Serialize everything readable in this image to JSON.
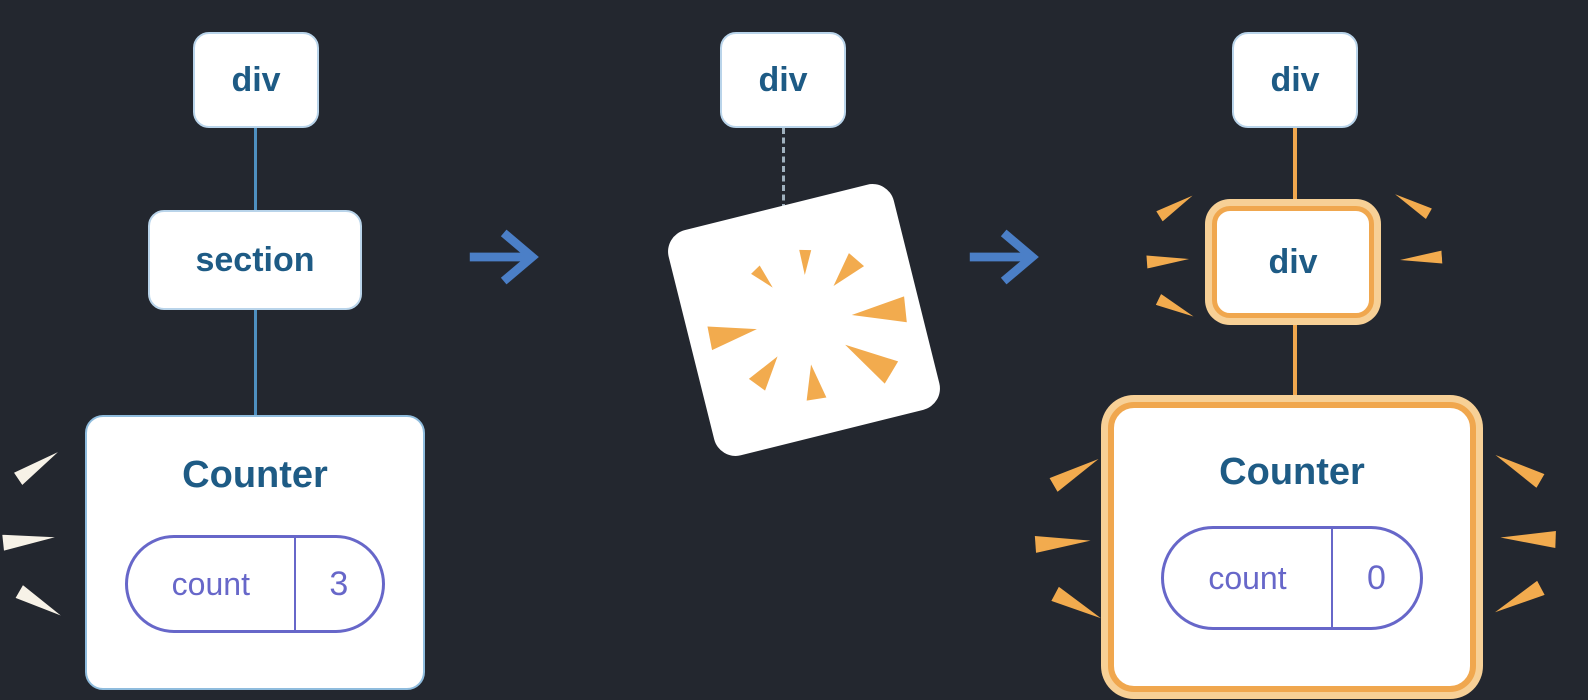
{
  "left_tree": {
    "root_label": "div",
    "child_label": "section",
    "counter": {
      "title": "Counter",
      "state_name": "count",
      "state_value": "3"
    }
  },
  "middle": {
    "root_label": "div"
  },
  "right_tree": {
    "root_label": "div",
    "child_label": "div",
    "counter": {
      "title": "Counter",
      "state_name": "count",
      "state_value": "0"
    }
  },
  "colors": {
    "background": "#23272f",
    "node_text": "#1e5b85",
    "node_border": "#b9d4ea",
    "card_border_blue": "#8fbcdd",
    "tree_line_blue": "#4e8fc0",
    "tree_line_orange": "#f0a74e",
    "dashed_line": "#9fb0bd",
    "highlight_orange": "#f0a74e",
    "highlight_ring": "#f7d096",
    "sparkle_orange": "#f2ab4e",
    "sparkle_cream": "#f7f2e7",
    "pill_purple": "#6767c9",
    "arrow_blue": "#4b7fc7"
  }
}
